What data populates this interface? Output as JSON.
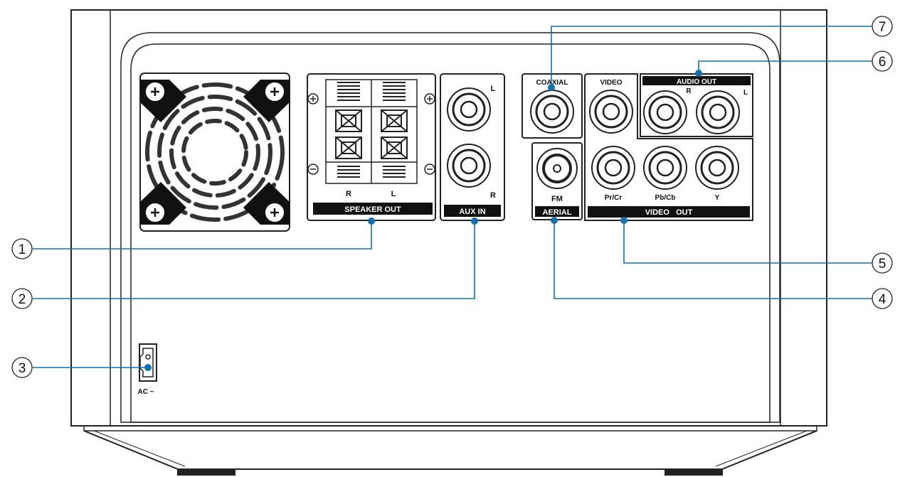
{
  "labels": {
    "speaker_out": "SPEAKER OUT",
    "speaker_r": "R",
    "speaker_l": "L",
    "aux_in": "AUX IN",
    "aux_l": "L",
    "aux_r": "R",
    "coaxial": "COAXIAL",
    "video": "VIDEO",
    "audio_out": "AUDIO OUT",
    "audio_r": "R",
    "audio_l": "L",
    "fm": "FM",
    "aerial": "AERIAL",
    "pr_cr": "Pr/Cr",
    "pb_cb": "Pb/Cb",
    "y": "Y",
    "video_out": "VIDEO   OUT",
    "ac": "AC ~"
  },
  "callouts": {
    "c1": "1",
    "c2": "2",
    "c3": "3",
    "c4": "4",
    "c5": "5",
    "c6": "6",
    "c7": "7"
  },
  "colors": {
    "leader": "#1170b0",
    "outline": "#222222"
  }
}
